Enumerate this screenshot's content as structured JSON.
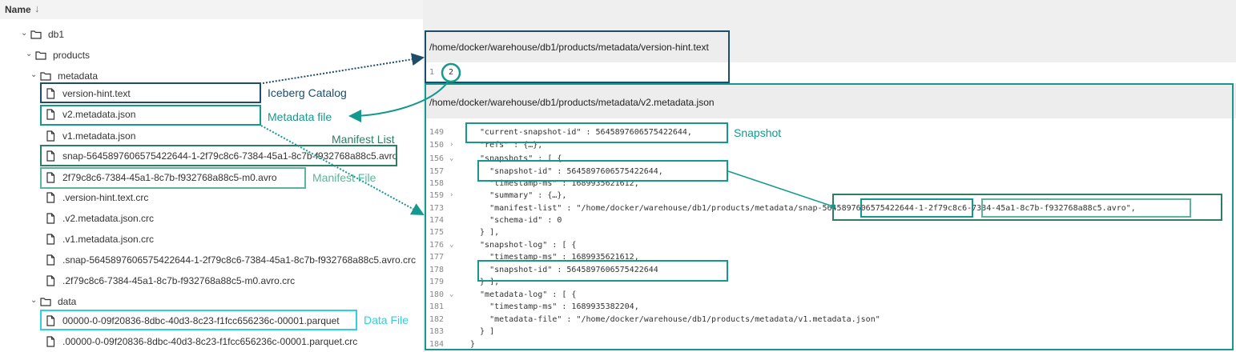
{
  "tree": {
    "header": {
      "label": "Name",
      "sort_icon": "arrow-down-icon"
    },
    "rows": [
      {
        "name": "db1",
        "type": "folder"
      },
      {
        "name": "products",
        "type": "folder"
      },
      {
        "name": "metadata",
        "type": "folder"
      },
      {
        "name": "version-hint.text",
        "type": "file"
      },
      {
        "name": "v2.metadata.json",
        "type": "file"
      },
      {
        "name": "v1.metadata.json",
        "type": "file"
      },
      {
        "name": "snap-5645897606575422644-1-2f79c8c6-7384-45a1-8c7b-f932768a88c5.avro",
        "type": "file"
      },
      {
        "name": "2f79c8c6-7384-45a1-8c7b-f932768a88c5-m0.avro",
        "type": "file"
      },
      {
        "name": ".version-hint.text.crc",
        "type": "file"
      },
      {
        "name": ".v2.metadata.json.crc",
        "type": "file"
      },
      {
        "name": ".v1.metadata.json.crc",
        "type": "file"
      },
      {
        "name": ".snap-5645897606575422644-1-2f79c8c6-7384-45a1-8c7b-f932768a88c5.avro.crc",
        "type": "file"
      },
      {
        "name": ".2f79c8c6-7384-45a1-8c7b-f932768a88c5-m0.avro.crc",
        "type": "file"
      },
      {
        "name": "data",
        "type": "folder"
      },
      {
        "name": "00000-0-09f20836-8dbc-40d3-8c23-f1fcc656236c-00001.parquet",
        "type": "file"
      },
      {
        "name": ".00000-0-09f20836-8dbc-40d3-8c23-f1fcc656236c-00001.parquet.crc",
        "type": "file"
      }
    ]
  },
  "version_hint": {
    "path": "/home/docker/warehouse/db1/products/metadata/version-hint.text",
    "line_number": "1",
    "value": "2"
  },
  "metadata_json": {
    "path": "/home/docker/warehouse/db1/products/metadata/v2.metadata.json",
    "lines": [
      {
        "n": "149",
        "fold": "",
        "t": "  \"current-snapshot-id\" : 5645897606575422644,"
      },
      {
        "n": "150",
        "fold": "›",
        "t": "  \"refs\" : {…},"
      },
      {
        "n": "156",
        "fold": "⌄",
        "t": "  \"snapshots\" : [ {"
      },
      {
        "n": "157",
        "fold": "",
        "t": "    \"snapshot-id\" : 5645897606575422644,"
      },
      {
        "n": "158",
        "fold": "",
        "t": "    \"timestamp-ms\" : 1689935621612,"
      },
      {
        "n": "159",
        "fold": "›",
        "t": "    \"summary\" : {…},"
      },
      {
        "n": "173",
        "fold": "",
        "t": "    \"manifest-list\" : \"/home/docker/warehouse/db1/products/metadata/snap-5645897606575422644-1-2f79c8c6-7384-45a1-8c7b-f932768a88c5.avro\","
      },
      {
        "n": "174",
        "fold": "",
        "t": "    \"schema-id\" : 0"
      },
      {
        "n": "175",
        "fold": "",
        "t": "  } ],"
      },
      {
        "n": "176",
        "fold": "⌄",
        "t": "  \"snapshot-log\" : [ {"
      },
      {
        "n": "177",
        "fold": "",
        "t": "    \"timestamp-ms\" : 1689935621612,"
      },
      {
        "n": "178",
        "fold": "",
        "t": "    \"snapshot-id\" : 5645897606575422644"
      },
      {
        "n": "179",
        "fold": "",
        "t": "  } ],"
      },
      {
        "n": "180",
        "fold": "⌄",
        "t": "  \"metadata-log\" : [ {"
      },
      {
        "n": "181",
        "fold": "",
        "t": "    \"timestamp-ms\" : 1689935382204,"
      },
      {
        "n": "182",
        "fold": "",
        "t": "    \"metadata-file\" : \"/home/docker/warehouse/db1/products/metadata/v1.metadata.json\""
      },
      {
        "n": "183",
        "fold": "",
        "t": "  } ]"
      },
      {
        "n": "184",
        "fold": "",
        "t": "}"
      }
    ]
  },
  "annotations": {
    "iceberg_catalog": "Iceberg Catalog",
    "metadata_file": "Metadata file",
    "manifest_list": "Manifest List",
    "manifest_file": "Manifest File",
    "snapshot": "Snapshot",
    "data_file": "Data File"
  },
  "colors": {
    "navy": "#1e4d6b",
    "teal": "#15998e",
    "green": "#2e7e61",
    "light_green": "#5ab59a",
    "cyan": "#2bd1dd"
  }
}
